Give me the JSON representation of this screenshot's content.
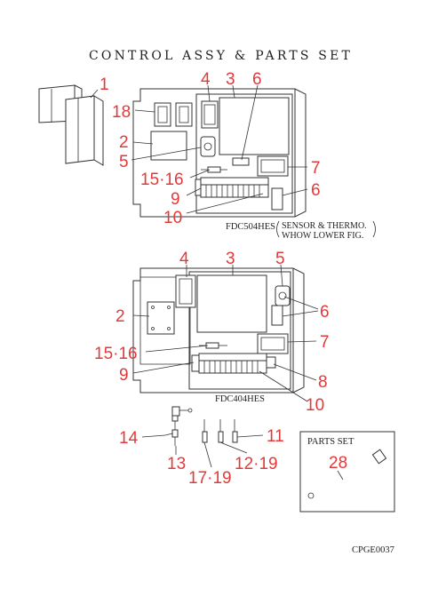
{
  "title": "CONTROL ASSY & PARTS SET",
  "drawing_code": "CPGE0037",
  "top_assembly": {
    "model": "FDC504HES",
    "note_line1": "SENSOR & THERMO.",
    "note_line2": "WHOW LOWER FIG."
  },
  "bottom_assembly": {
    "model": "FDC404HES"
  },
  "parts_set": {
    "label": "PARTS SET"
  },
  "callouts": {
    "c1": "1",
    "c18": "18",
    "c2a": "2",
    "c5a": "5",
    "c1516a": "15·16",
    "c9a": "9",
    "c10a": "10",
    "c4a": "4",
    "c3a": "3",
    "c6a": "6",
    "c7a": "7",
    "c6b": "6",
    "c4b": "4",
    "c3b": "3",
    "c5b": "5",
    "c2b": "2",
    "c6c": "6",
    "c1516b": "15·16",
    "c7b": "7",
    "c9b": "9",
    "c8": "8",
    "c10b": "10",
    "c14": "14",
    "c13": "13",
    "c1719": "17·19",
    "c1219": "12·19",
    "c11": "11",
    "c28": "28"
  }
}
